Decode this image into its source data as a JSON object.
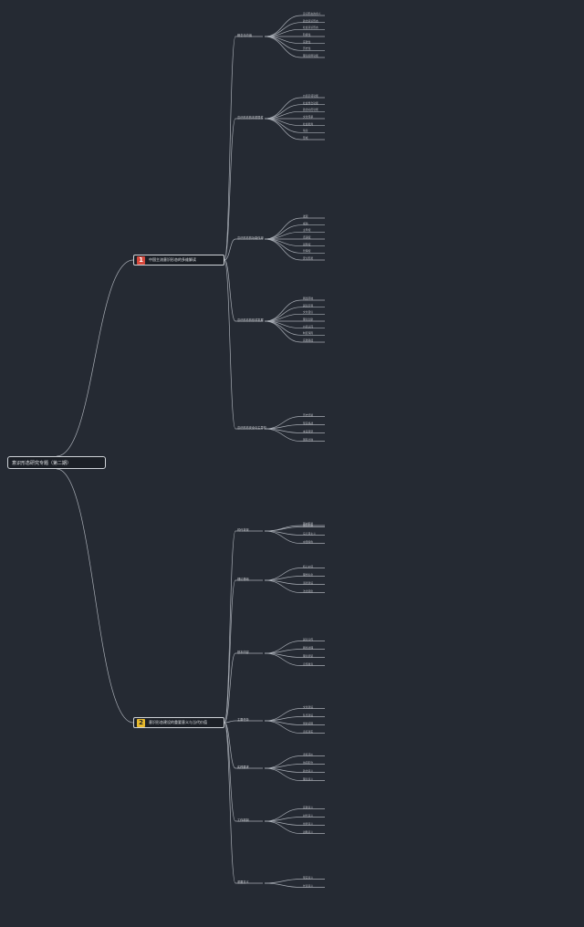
{
  "title": "意识形态研究专题（第二期）",
  "colors": {
    "bg": "#252a33",
    "line": "#a8adb5",
    "num1": "#d6473b",
    "num2": "#e7b92c"
  },
  "branches": [
    {
      "num": "1",
      "label": "中国主流意识形态的多维解读"
    },
    {
      "num": "2",
      "label": "意识形态建设的重要意义与当代价值"
    }
  ],
  "upper": {
    "l2": [
      "概念与内涵",
      "意识形态的本质属性",
      "意识形态的功能作用",
      "意识形态的形成发展",
      "意识形态安全与主导权"
    ],
    "l3": [
      "意识形态的含义",
      "政治意识形态",
      "社会意识形态",
      "阶级性",
      "实践性",
      "历史性",
      "理论指导功能",
      "价值引领功能",
      "社会整合功能",
      "政治动员功能",
      "文化传承",
      "社会批判",
      "萌芽",
      "形成",
      "发展",
      "成熟",
      "主导权",
      "话语权",
      "领导权",
      "管理权",
      "安全形势",
      "网络阵地",
      "舆论引导",
      "文化自信",
      "理论创新",
      "价值认同",
      "制度保障",
      "实践路径",
      "历史经验",
      "现实挑战",
      "未来展望",
      "国际比较"
    ]
  },
  "lower": {
    "l2": [
      "时代背景",
      "理论基础",
      "基本内容",
      "主要任务",
      "实践要求",
      "工作机制",
      "重要意义"
    ],
    "l3": [
      "国内形势",
      "国际形势",
      "马克思主义",
      "中国特色",
      "核心价值",
      "理想信念",
      "道德建设",
      "法治观念",
      "舆论宣传",
      "网络治理",
      "理论武装",
      "宣传教育",
      "文化建设",
      "队伍建设",
      "党的领导",
      "责任落实",
      "考核评价",
      "协同配合",
      "政治意义",
      "理论意义",
      "实践意义",
      "时代意义",
      "世界意义",
      "战略意义",
      "现实意义",
      "长远意义"
    ]
  }
}
